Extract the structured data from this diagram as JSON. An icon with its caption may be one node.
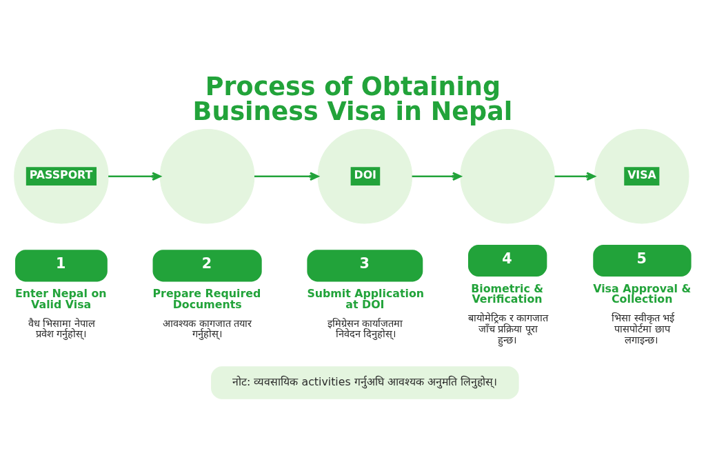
{
  "diagram": {
    "title": "Process of Obtaining Business Visa in Nepal",
    "nodes": [
      {
        "text": [
          "PASSPORT"
        ],
        "beside": [
          "1",
          "Enter Nepal on Valid Visa",
          "वैध भिसामा नेपाल प्रवेश गर्नुहोस्।"
        ]
      },
      {
        "text": [],
        "shape": "circle",
        "beside": [
          "2",
          "Prepare Required Documents",
          "आवश्यक कागजात तयार गर्नुहोस्।"
        ]
      },
      {
        "text": [
          "DOI"
        ],
        "beside": [
          "3",
          "Submit Application at DOI",
          "इमिग्रेसन कार्याजतमा निवेदन दिनुहोस्।"
        ]
      },
      {
        "text": [],
        "shape": "circle",
        "beside": [
          "4",
          "Biometric & Verification",
          "बायोमेट्रिक र कागजात जाँच प्रक्रिया पूरा हुन्छ।"
        ]
      },
      {
        "text": [
          "VISA"
        ],
        "beside": [
          "5",
          "Visa Approval & Collection",
          "भिसा स्वीकृत भई पासपोर्टमा छाप लगाइन्छ।"
        ]
      },
      {
        "text": [
          "नोट: व्यवसायिक activities गर्नुअघि आवश्यक अनुमति लिनुहोस्।"
        ]
      }
    ],
    "edges": [
      {
        "from": 0,
        "to": 1,
        "arrow": "to"
      },
      {
        "from": 1,
        "to": 2,
        "arrow": "to"
      },
      {
        "from": 2,
        "to": 3,
        "arrow": "to"
      },
      {
        "from": 3,
        "to": 4,
        "arrow": "to"
      }
    ]
  }
}
